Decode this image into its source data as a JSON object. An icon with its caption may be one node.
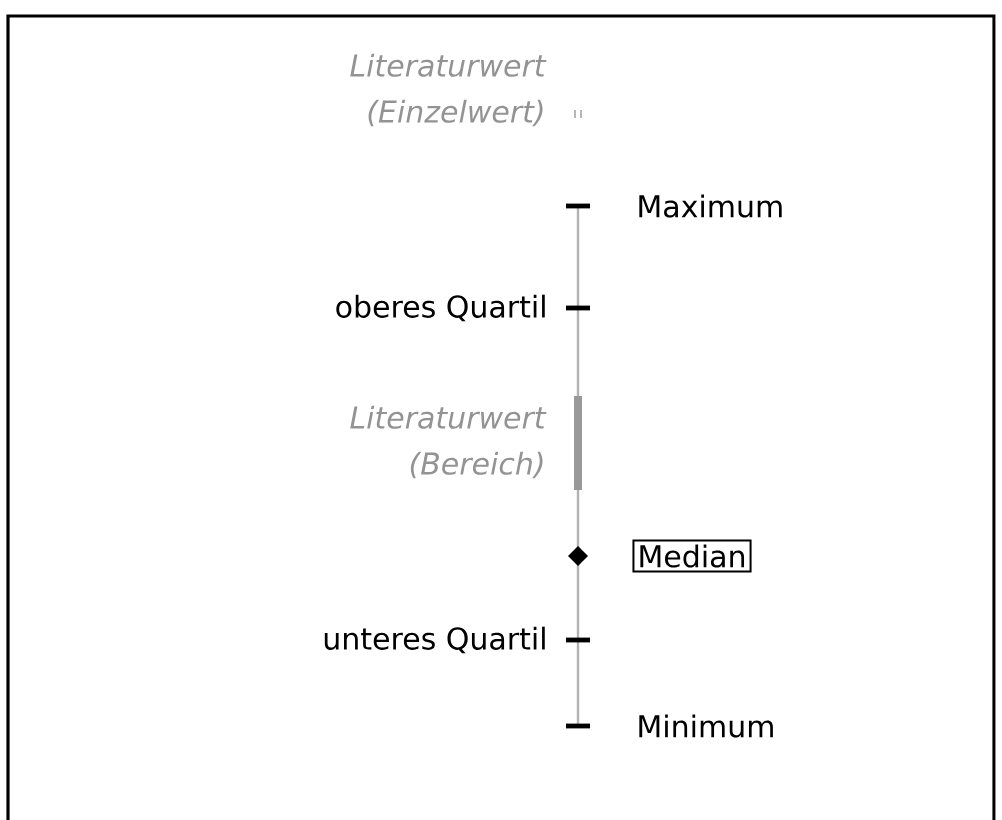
{
  "diagram": {
    "nodes": [
      {
        "text": [
          "Median"
        ]
      }
    ],
    "labels": [
      "Literaturwert (Einzelwert)",
      "Maximum",
      "oberes Quartil",
      "Literaturwert (Bereich)",
      "unteres Quartil",
      "Minimum"
    ]
  }
}
